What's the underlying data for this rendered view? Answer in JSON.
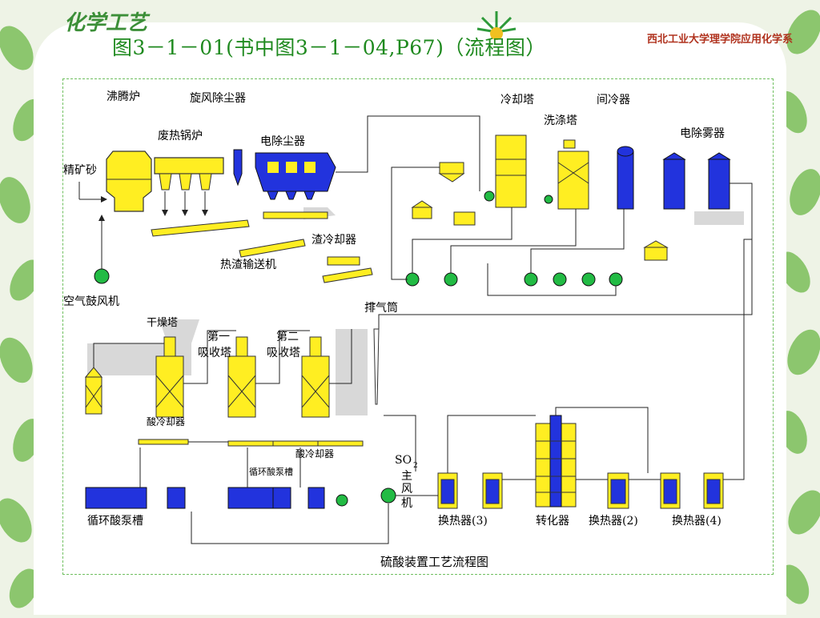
{
  "header": {
    "logo_text": "化学工艺",
    "school": "西北工业大学理学院应用化学系",
    "title": "图3－1－01(书中图3－1－04,P67)（流程图）"
  },
  "diagram": {
    "caption": "硫酸装置工艺流程图",
    "labels": {
      "boiling_furnace": "沸腾炉",
      "cyclone": "旋风除尘器",
      "waste_heat_boiler": "废热锅炉",
      "esp": "电除尘器",
      "concentrate": "精矿砂",
      "slag_cooler": "渣冷却器",
      "hot_slag_conveyor": "热渣输送机",
      "air_blower": "空气鼓风机",
      "cooling_tower": "冷却塔",
      "wash_tower": "洗涤塔",
      "intercooler": "间冷器",
      "mist_esp": "电除雾器",
      "exhaust_stack": "排气筒",
      "drying_tower": "干燥塔",
      "first_absorber_1": "第一",
      "first_absorber_2": "吸收塔",
      "second_absorber_1": "第二",
      "second_absorber_2": "吸收塔",
      "acid_cooler_1": "酸冷却器",
      "acid_cooler_2": "酸冷却器",
      "circ_pump_tank_1": "循环酸泵槽",
      "circ_pump_tank_2": "循环酸泵槽",
      "so2_blower_1": "SO",
      "so2_sub": "2",
      "so2_blower_2": "主",
      "so2_blower_3": "风",
      "so2_blower_4": "机",
      "hex3": "换热器(3)",
      "converter": "转化器",
      "hex2": "换热器(2)",
      "hex4": "换热器(4)"
    }
  }
}
